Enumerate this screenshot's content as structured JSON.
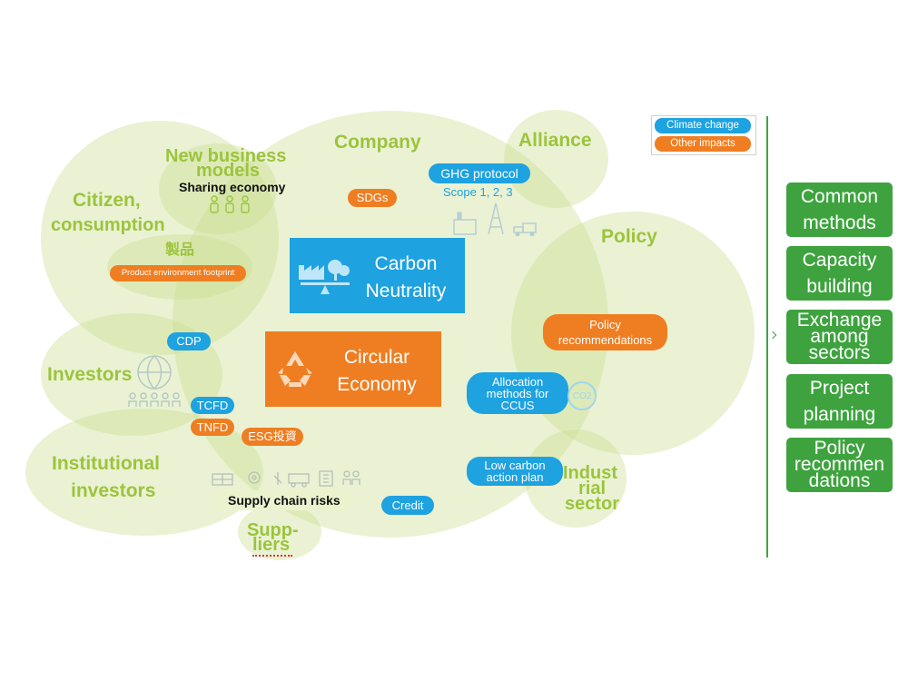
{
  "colors": {
    "blue": "#1ea2e0",
    "orange": "#ef7e22",
    "green_button": "#3ea33f",
    "label_green": "#9cc43c",
    "bubble": "#c8dc8c"
  },
  "legend": {
    "climate": "Climate change",
    "other": "Other impacts"
  },
  "groups": {
    "company": "Company",
    "alliance": "Alliance",
    "new_business_1": "New business",
    "new_business_2": "models",
    "citizen_1": "Citizen,",
    "citizen_2": "consumption",
    "product": "製品",
    "policy": "Policy",
    "investors": "Investors",
    "institutional_1": "Institutional",
    "institutional_2": "investors",
    "industrial_1": "Indust",
    "industrial_2": "rial",
    "industrial_3": "sector",
    "suppliers_1": "Supp-",
    "suppliers_2": "liers"
  },
  "texts": {
    "sharing_economy": "Sharing economy",
    "supply_chain": "Supply chain risks"
  },
  "tags": {
    "ghg_protocol": "GHG protocol",
    "scope": "Scope 1, 2, 3",
    "sdgs": "SDGs",
    "product_footprint": "Product environment footprint",
    "cdp": "CDP",
    "tcfd": "TCFD",
    "tnfd": "TNFD",
    "esg": "ESG投資",
    "policy_rec_1": "Policy",
    "policy_rec_2": "recommendations",
    "alloc_1": "Allocation",
    "alloc_2": "methods for",
    "alloc_3": "CCUS",
    "low_carbon_1": "Low carbon",
    "low_carbon_2": "action plan",
    "credit": "Credit",
    "co2": "CO2"
  },
  "center": {
    "carbon_1": "Carbon",
    "carbon_2": "Neutrality",
    "circular_1": "Circular",
    "circular_2": "Economy"
  },
  "sidebar": {
    "common_1": "Common",
    "common_2": "methods",
    "capacity_1": "Capacity",
    "capacity_2": "building",
    "exchange_1": "Exchange",
    "exchange_2": "among",
    "exchange_3": "sectors",
    "project_1": "Project",
    "project_2": "planning",
    "policyrec_1": "Policy",
    "policyrec_2": "recommen",
    "policyrec_3": "dations"
  }
}
